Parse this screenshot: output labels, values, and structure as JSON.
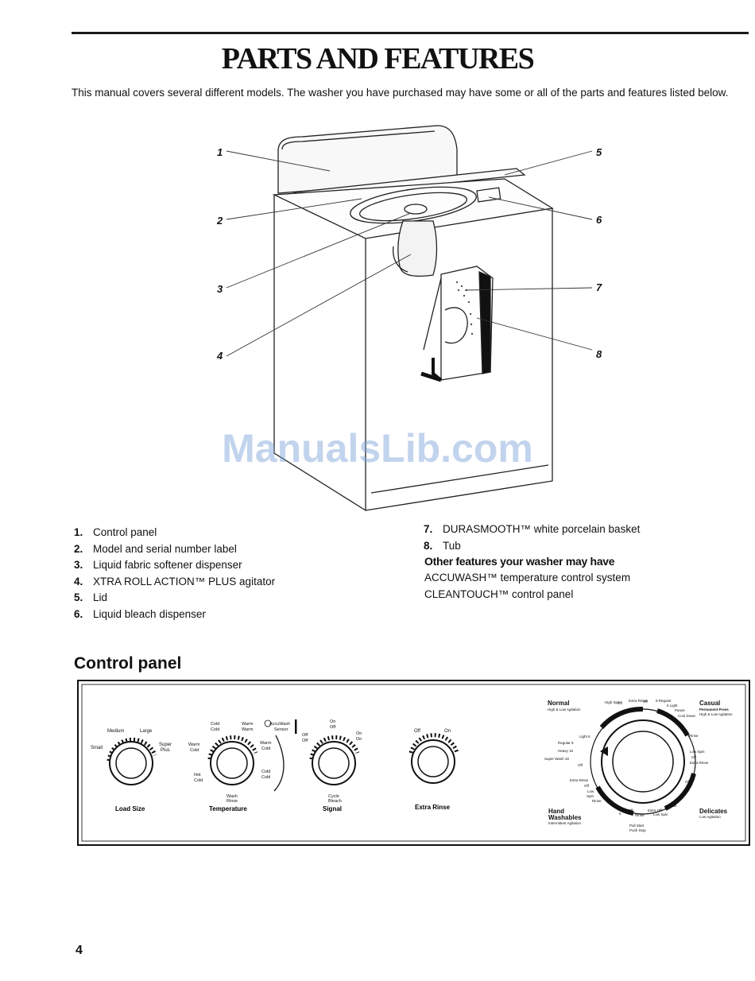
{
  "page": {
    "title": "PARTS AND FEATURES",
    "intro": "This manual covers several different models. The washer you have purchased may have some or all of the parts and features listed below.",
    "watermark": "ManualsLib.com",
    "page_number": "4"
  },
  "diagram": {
    "callouts": [
      "1",
      "2",
      "3",
      "4",
      "5",
      "6",
      "7",
      "8"
    ]
  },
  "parts_left": [
    {
      "num": "1.",
      "label": "Control panel"
    },
    {
      "num": "2.",
      "label": "Model and serial number label"
    },
    {
      "num": "3.",
      "label": "Liquid fabric softener dispenser"
    },
    {
      "num": "4.",
      "label": "XTRA ROLL ACTION™ PLUS agitator"
    },
    {
      "num": "5.",
      "label": "Lid"
    },
    {
      "num": "6.",
      "label": "Liquid bleach dispenser"
    }
  ],
  "parts_right": [
    {
      "num": "7.",
      "label": "DURASMOOTH™ white porcelain basket"
    },
    {
      "num": "8.",
      "label": "Tub"
    }
  ],
  "other_features": {
    "heading": "Other features your washer may have",
    "items": [
      "ACCUWASH™ temperature control system",
      "CLEANTOUCH™ control panel"
    ]
  },
  "control_panel": {
    "heading": "Control panel",
    "load_size": {
      "label": "Load Size",
      "marks": [
        "Small",
        "Medium",
        "Large",
        "Super",
        "Plus"
      ]
    },
    "temperature": {
      "label": "Temperature",
      "marks": [
        "Cold",
        "Cold",
        "Warm",
        "Warm",
        "Warm",
        "Cold",
        "Warm",
        "Cold",
        "Hot",
        "Cold",
        "Cold",
        "Cold",
        "Wash",
        "Rinse"
      ],
      "accuwash": [
        "AccuWash",
        "Sensor"
      ]
    },
    "signal": {
      "label": "Signal",
      "marks": [
        "On",
        "Off",
        "Off",
        "Off",
        "On",
        "On",
        "Cycle",
        "Bleach"
      ]
    },
    "extra_rinse": {
      "label": "Extra Rinse",
      "marks": [
        "Off",
        "On"
      ]
    },
    "cycle": {
      "groups": [
        {
          "title": "Normal",
          "sub": "High & Low Agitation"
        },
        {
          "title": "Casual",
          "sub": "Permanent Press"
        },
        {
          "title": "Hand",
          "sub": "Washables"
        },
        {
          "title": "Delicates",
          "sub": "Low Agitation"
        }
      ],
      "sub_extra": [
        "High & Low Agitation",
        "Intermittent Agitation"
      ],
      "marks": [
        "Light 6",
        "Regular 9",
        "Heavy 15",
        "Super Wash 18",
        "Off",
        "Extra Rinse",
        "Off",
        "Low",
        "Spin",
        "Rinse",
        "Off",
        "9 Regular",
        "6 Light",
        "Pause",
        "Cool Down",
        "Rinse",
        "Low Spin",
        "Off",
        "Extra Rinse",
        "Off",
        "6",
        "Rinse",
        "Extra Off",
        "Low Spin",
        "Off",
        "Rinse",
        "High Spin",
        "Extra Rinse",
        "Off",
        "6",
        "Pull Start",
        "Push Stop"
      ]
    }
  }
}
